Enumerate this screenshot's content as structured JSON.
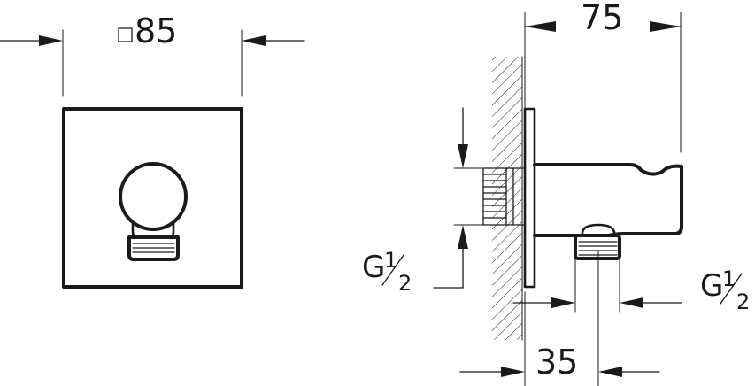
{
  "front_view": {
    "width_dimension": "85",
    "width_symbol": "square"
  },
  "side_view": {
    "depth_dimension": "75",
    "outlet_offset_dimension": "35",
    "inlet_thread": {
      "letter": "G",
      "numerator": "1",
      "denominator": "2"
    },
    "outlet_thread": {
      "letter": "G",
      "numerator": "1",
      "denominator": "2"
    }
  }
}
